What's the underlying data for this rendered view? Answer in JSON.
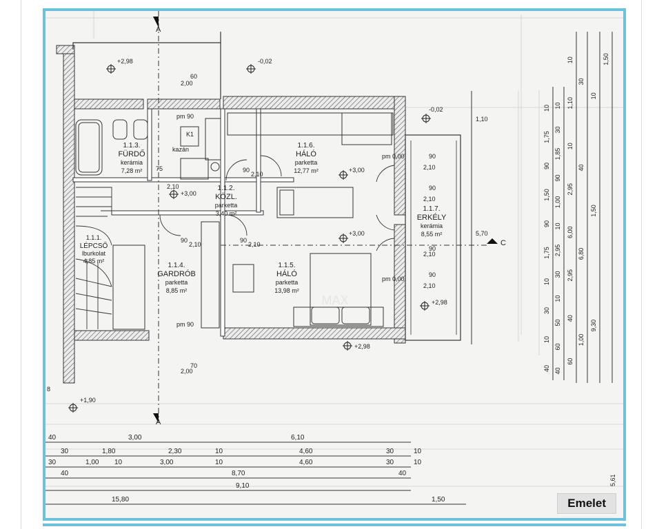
{
  "caption": "Emelet",
  "rooms": [
    {
      "id": "furdo",
      "number": "1.1.3.",
      "name": "FÜRDŐ",
      "finish": "kerámia",
      "area": "7,28 m²"
    },
    {
      "id": "halo1",
      "number": "1.1.6.",
      "name": "HÁLÓ",
      "finish": "parketta",
      "area": "12,77 m²"
    },
    {
      "id": "kozl",
      "number": "1.1.2.",
      "name": "KÖZL.",
      "finish": "parketta",
      "area": "3,40 m²"
    },
    {
      "id": "erkely",
      "number": "1.1.7.",
      "name": "ERKÉLY",
      "finish": "kerámia",
      "area": "8,55 m²"
    },
    {
      "id": "lepcso",
      "number": "1.1.1.",
      "name": "LÉPCSŐ",
      "finish": "lburkolat",
      "area": "4,85 m²"
    },
    {
      "id": "gardrob",
      "number": "1.1.4.",
      "name": "GARDRÓB",
      "finish": "parketta",
      "area": "8,85 m²"
    },
    {
      "id": "halo2",
      "number": "1.1.5.",
      "name": "HÁLÓ",
      "finish": "parketta",
      "area": "13,98 m²"
    }
  ],
  "levels": [
    "+2,98",
    "-0,02",
    "-0,02",
    "+3,00",
    "+3,00",
    "+3,00",
    "+2,98",
    "+2,98",
    "+1,90"
  ],
  "labels": {
    "pm_top": "pm 90",
    "pm_bottom": "pm 90",
    "k1": "K1",
    "kazan": "kazán",
    "section_a": "A",
    "section_a2": "A",
    "section_c": "C",
    "watermark": "MAX"
  },
  "door_dims": [
    "90",
    "2,10",
    "90",
    "2,10",
    "90",
    "2,10",
    "90",
    "2,10",
    "90",
    "2,10",
    "90",
    "2,10",
    "90",
    "2,10",
    "75",
    "2,10"
  ],
  "small_dims": [
    "2,00",
    "60",
    "2,00",
    "70",
    "pm 0,00",
    "pm 0,00",
    "1,10",
    "5,70"
  ],
  "bottom_dims": {
    "row1": [
      "40",
      "3,00",
      "6,10"
    ],
    "row2": [
      "30",
      "1,80",
      "2,30",
      "10",
      "4,60",
      "30",
      "10"
    ],
    "row3": [
      "30",
      "1,00",
      "10",
      "3,00",
      "10",
      "4,60",
      "30",
      "10"
    ],
    "row4": [
      "40",
      "8,70",
      "40"
    ],
    "row5": [
      "9,10"
    ],
    "row6": [
      "15,80",
      "1,50"
    ],
    "edge": [
      "5,61",
      "8"
    ]
  },
  "right_dims": {
    "col1": [
      "10",
      "1,75",
      "90",
      "1,50",
      "90",
      "1,75",
      "10",
      "30",
      "10",
      "40"
    ],
    "col2": [
      "10",
      "30",
      "1,85",
      "90",
      "1,00",
      "10",
      "2,95",
      "30",
      "10",
      "50",
      "60",
      "40"
    ],
    "col3": [
      "10",
      "1,10",
      "10",
      "2,95",
      "6,00",
      "2,95",
      "40",
      "60"
    ],
    "col4": [
      "30",
      "40",
      "6,80",
      "1,00"
    ],
    "col5": [
      "10",
      "1,50",
      "9,30"
    ],
    "col6": [
      "1,50"
    ]
  }
}
